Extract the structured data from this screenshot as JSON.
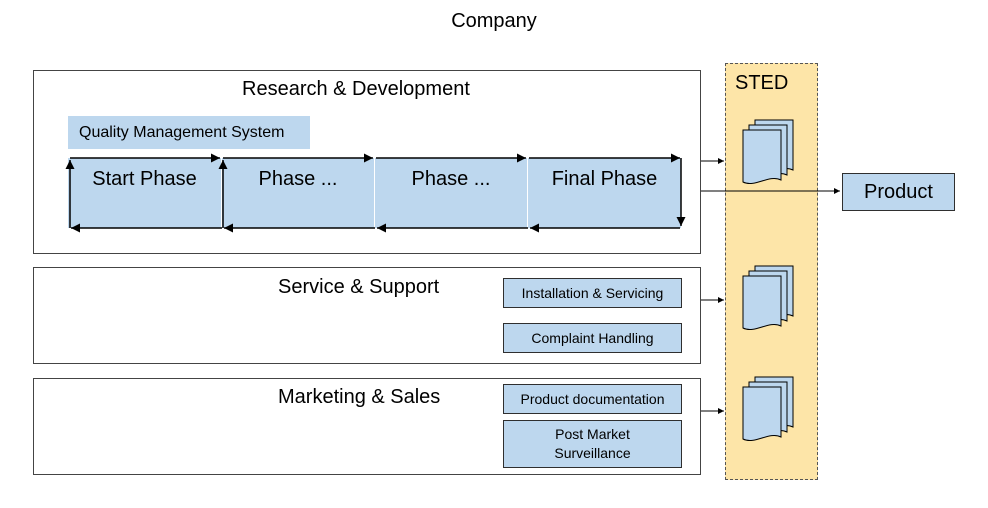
{
  "diagram": {
    "title": "Company",
    "rd": {
      "label": "Research & Development",
      "qms": "Quality Management System",
      "phases": [
        "Start Phase",
        "Phase ...",
        "Phase ...",
        "Final Phase"
      ]
    },
    "service": {
      "label": "Service & Support",
      "boxes": [
        "Installation & Servicing",
        "Complaint Handling"
      ]
    },
    "marketing": {
      "label": "Marketing & Sales",
      "boxes": [
        "Product  documentation",
        "Post Market Surveillance"
      ]
    },
    "sted": {
      "label": "STED"
    },
    "product": {
      "label": "Product"
    },
    "colors": {
      "box_fill": "#bdd7ee",
      "sted_fill": "#fde5a8"
    }
  }
}
